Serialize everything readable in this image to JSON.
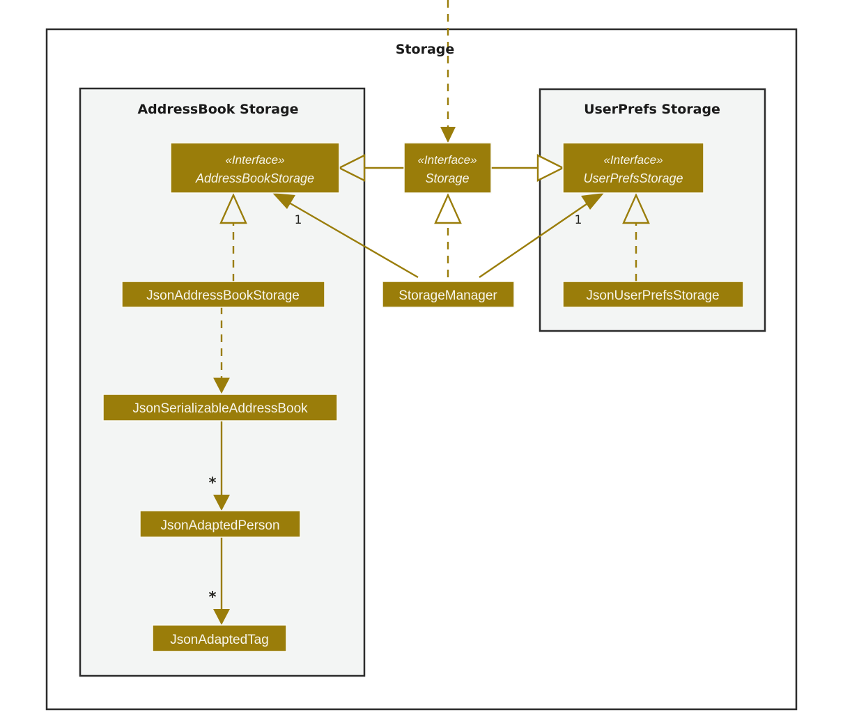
{
  "diagram": {
    "kind": "uml-class-diagram",
    "title": "Storage",
    "background": "#ffffff",
    "accent_color": "#9a7d0a",
    "frame_color": "#2b2b2b",
    "package_fill": "#f3f5f4",
    "class_text_color": "#f7f5ea"
  },
  "packages": [
    {
      "id": "storage",
      "title": "Storage"
    },
    {
      "id": "addressbook_storage",
      "title": "AddressBook Storage"
    },
    {
      "id": "userprefs_storage",
      "title": "UserPrefs Storage"
    }
  ],
  "classes": {
    "address_book_storage": {
      "stereotype": "«Interface»",
      "name": "AddressBookStorage"
    },
    "storage": {
      "stereotype": "«Interface»",
      "name": "Storage"
    },
    "user_prefs_storage": {
      "stereotype": "«Interface»",
      "name": "UserPrefsStorage"
    },
    "json_address_book_storage": {
      "name": "JsonAddressBookStorage"
    },
    "storage_manager": {
      "name": "StorageManager"
    },
    "json_user_prefs_storage": {
      "name": "JsonUserPrefsStorage"
    },
    "json_serializable_address_book": {
      "name": "JsonSerializableAddressBook"
    },
    "json_adapted_person": {
      "name": "JsonAdaptedPerson"
    },
    "json_adapted_tag": {
      "name": "JsonAdaptedTag"
    }
  },
  "multiplicities": {
    "storage_manager_to_abs": "1",
    "storage_manager_to_ups": "1",
    "serializable_to_person": "*",
    "person_to_tag": "*"
  },
  "relationships": [
    {
      "from": "external",
      "to": "storage",
      "type": "dependency-dashed-arrow"
    },
    {
      "from": "storage",
      "to": "address_book_storage",
      "type": "generalization-hollow-triangle"
    },
    {
      "from": "storage",
      "to": "user_prefs_storage",
      "type": "generalization-hollow-triangle"
    },
    {
      "from": "json_address_book_storage",
      "to": "address_book_storage",
      "type": "realization-dashed-hollow-triangle"
    },
    {
      "from": "storage_manager",
      "to": "storage",
      "type": "realization-dashed-hollow-triangle"
    },
    {
      "from": "json_user_prefs_storage",
      "to": "user_prefs_storage",
      "type": "realization-dashed-hollow-triangle"
    },
    {
      "from": "storage_manager",
      "to": "address_book_storage",
      "type": "association-solid-arrow",
      "multiplicity": "1"
    },
    {
      "from": "storage_manager",
      "to": "user_prefs_storage",
      "type": "association-solid-arrow",
      "multiplicity": "1"
    },
    {
      "from": "json_address_book_storage",
      "to": "json_serializable_address_book",
      "type": "dependency-dashed-arrow"
    },
    {
      "from": "json_serializable_address_book",
      "to": "json_adapted_person",
      "type": "association-solid-arrow",
      "multiplicity": "*"
    },
    {
      "from": "json_adapted_person",
      "to": "json_adapted_tag",
      "type": "association-solid-arrow",
      "multiplicity": "*"
    }
  ]
}
